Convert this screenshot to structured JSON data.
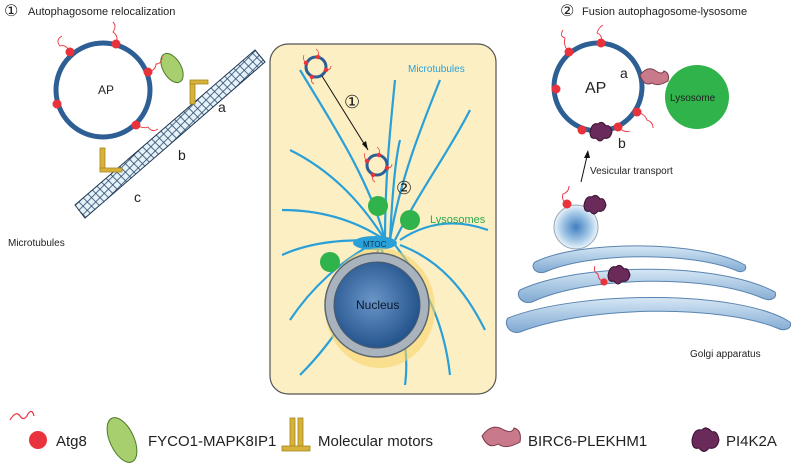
{
  "panel1": {
    "number": "①",
    "title": "Autophagosome relocalization",
    "ap_label": "AP",
    "letters": [
      "a",
      "b",
      "c"
    ],
    "microtubules_label": "Microtubules"
  },
  "cell": {
    "microtubules_label": "Microtubules",
    "lysosomes_label": "Lysosomes",
    "mtoc_label": "MTOC",
    "nucleus_label": "Nucleus",
    "step1": "①",
    "step2": "②"
  },
  "panel2": {
    "number": "②",
    "title": "Fusion autophagosome-lysosome",
    "ap_label": "AP",
    "lysosome_label": "Lysosome",
    "letters": [
      "a",
      "b"
    ],
    "vesicular_label": "Vesicular transport",
    "golgi_label": "Golgi apparatus"
  },
  "legend": {
    "atg8": "Atg8",
    "fyco1": "FYCO1-MAPK8IP1",
    "motors": "Molecular motors",
    "birc6": "BIRC6-PLEKHM1",
    "pi4k2a": "PI4K2A"
  },
  "colors": {
    "membrane": "#2d5f94",
    "atg8": "#e8323c",
    "lysosome": "#2fb34a",
    "fyco1": "#a8cf6e",
    "motor": "#d7b23a",
    "birc6": "#c87a8a",
    "pi4k2a": "#6a2a5a",
    "cell_bg": "#fcefc4",
    "microtubule": "#2aa0d8"
  }
}
